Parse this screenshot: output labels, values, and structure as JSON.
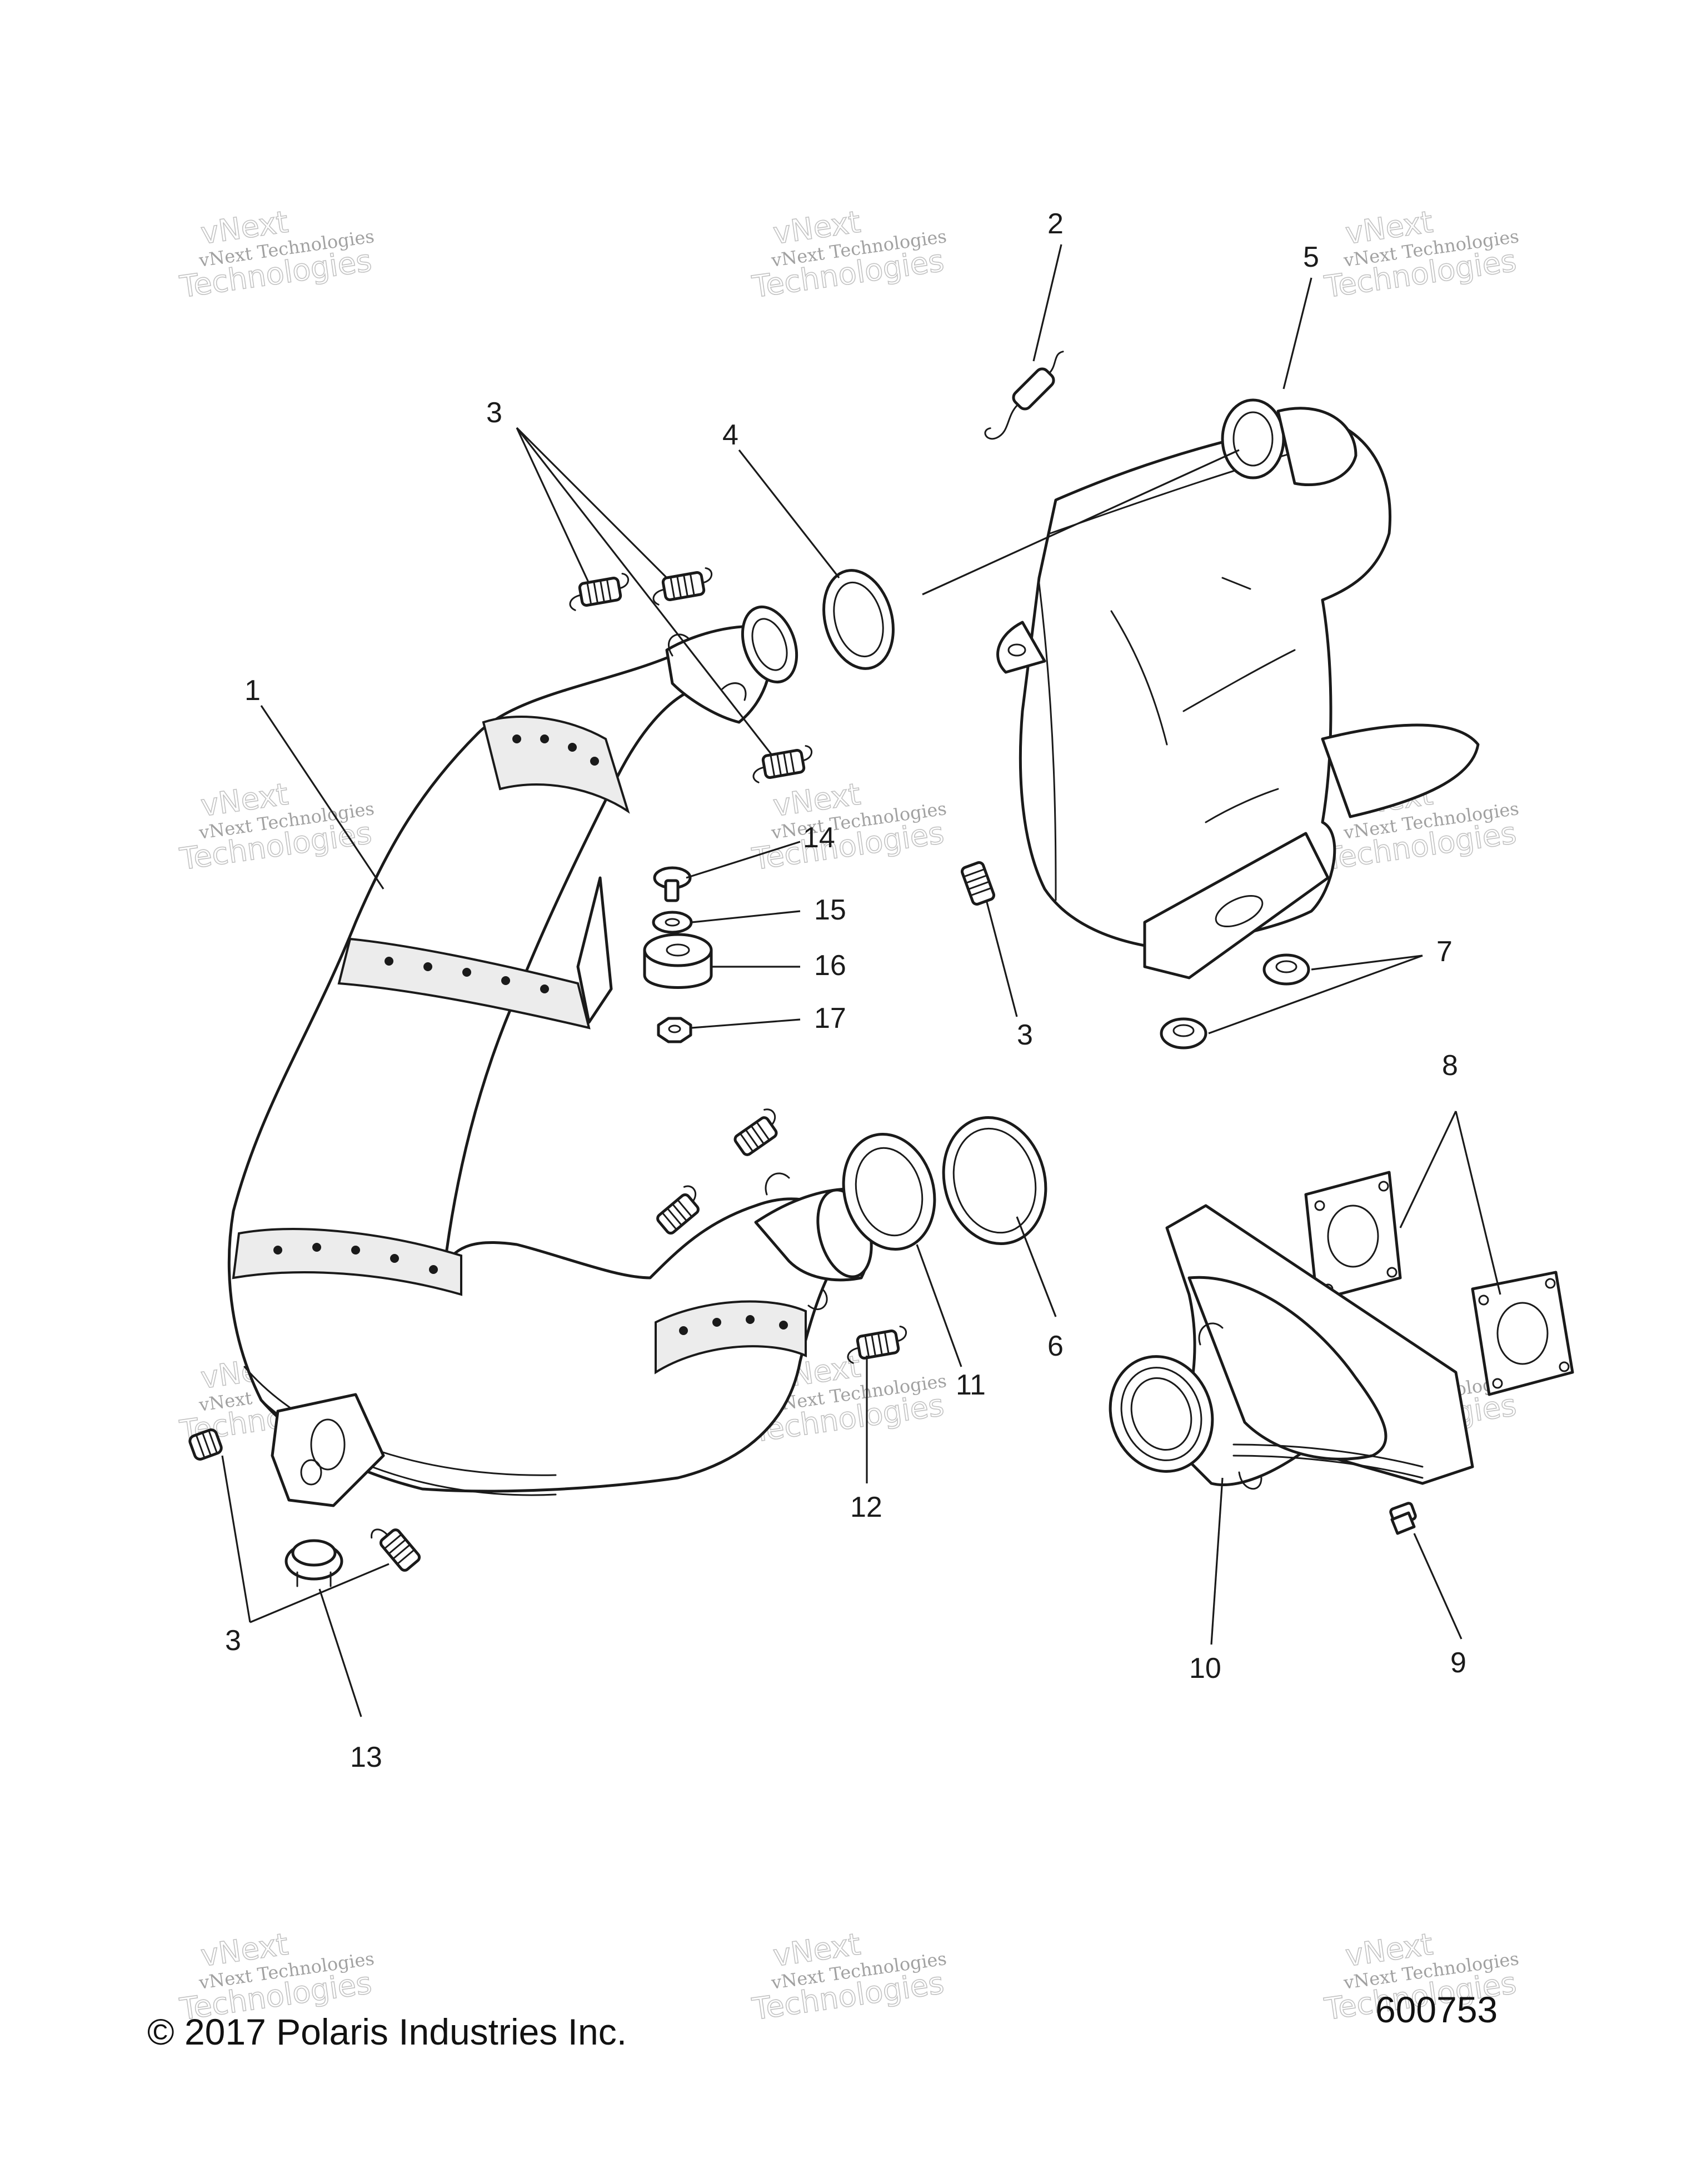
{
  "diagram": {
    "callouts": [
      {
        "id": "c1",
        "label": "1"
      },
      {
        "id": "c2",
        "label": "2"
      },
      {
        "id": "c3a",
        "label": "3"
      },
      {
        "id": "c3b",
        "label": "3"
      },
      {
        "id": "c3c",
        "label": "3"
      },
      {
        "id": "c4",
        "label": "4"
      },
      {
        "id": "c5",
        "label": "5"
      },
      {
        "id": "c6",
        "label": "6"
      },
      {
        "id": "c7",
        "label": "7"
      },
      {
        "id": "c8",
        "label": "8"
      },
      {
        "id": "c9",
        "label": "9"
      },
      {
        "id": "c10",
        "label": "10"
      },
      {
        "id": "c11",
        "label": "11"
      },
      {
        "id": "c12",
        "label": "12"
      },
      {
        "id": "c13",
        "label": "13"
      },
      {
        "id": "c14",
        "label": "14"
      },
      {
        "id": "c15",
        "label": "15"
      },
      {
        "id": "c16",
        "label": "16"
      },
      {
        "id": "c17",
        "label": "17"
      }
    ],
    "watermark": {
      "line1": "vNext Technologies",
      "line2": "Technologies",
      "line3": "vNext"
    },
    "footer": {
      "copyright": "© 2017 Polaris Industries Inc.",
      "figure_number": "600753"
    }
  }
}
